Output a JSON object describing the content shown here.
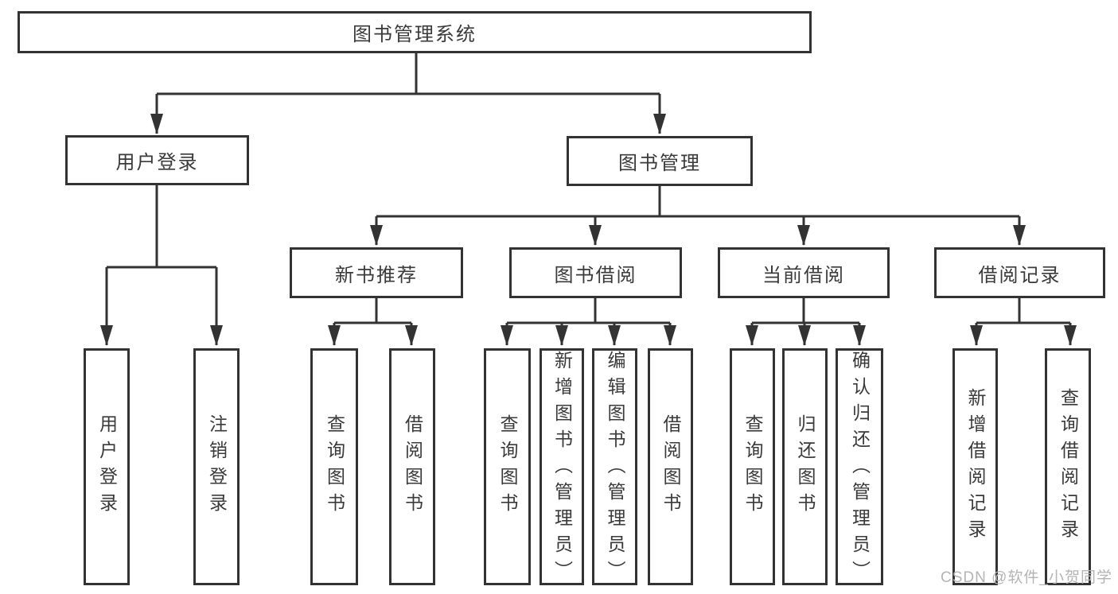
{
  "root": {
    "label": "图书管理系统"
  },
  "branches": {
    "user_login": {
      "label": "用户登录"
    },
    "book_management": {
      "label": "图书管理"
    }
  },
  "modules": {
    "new_book_recommend": {
      "label": "新书推荐"
    },
    "book_borrow": {
      "label": "图书借阅"
    },
    "current_borrow": {
      "label": "当前借阅"
    },
    "borrow_records": {
      "label": "借阅记录"
    }
  },
  "functions": {
    "user_login": {
      "label": "用户登录"
    },
    "logout": {
      "label": "注销登录"
    },
    "recommend_query_books": {
      "label": "查询图书"
    },
    "recommend_borrow_books": {
      "label": "借阅图书"
    },
    "borrow_query_books": {
      "label": "查询图书"
    },
    "borrow_add_books_admin": {
      "label": "新增图书（管理员）"
    },
    "borrow_edit_books_admin": {
      "label": "编辑图书（管理员）"
    },
    "borrow_borrow_books": {
      "label": "借阅图书"
    },
    "current_query_books": {
      "label": "查询图书"
    },
    "current_return_books": {
      "label": "归还图书"
    },
    "current_confirm_return_admin": {
      "label": "确认归还（管理员）"
    },
    "records_add_record": {
      "label": "新增借阅记录"
    },
    "records_query_record": {
      "label": "查询借阅记录"
    }
  },
  "watermark": {
    "text": "CSDN @软件_小贺同学"
  },
  "colors": {
    "line": "#333333",
    "text": "#3a3a3a",
    "watermark": "#b4b4b4",
    "background": "#ffffff"
  }
}
